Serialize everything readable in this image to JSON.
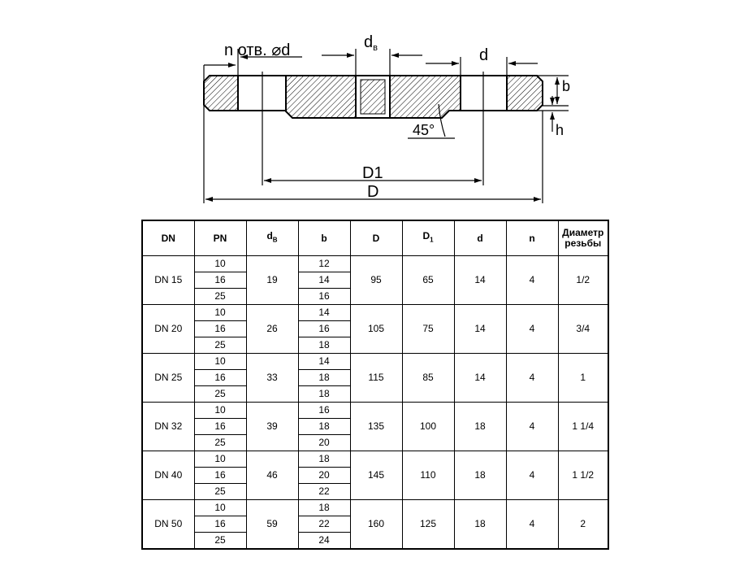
{
  "drawing": {
    "labels": {
      "holes": "n отв. ⌀d",
      "bore_main": "d",
      "bore_sub": "в",
      "hole_d": "d",
      "thickness": "b",
      "chamfer_h": "h",
      "angle": "45°",
      "bolt_circle": "D1",
      "outer": "D"
    }
  },
  "table": {
    "headers": {
      "dn": "DN",
      "pn": "PN",
      "dv_main": "d",
      "dv_sub": "В",
      "b": "b",
      "D": "D",
      "D1_main": "D",
      "D1_sub": "1",
      "d": "d",
      "n": "n",
      "thread_line1": "Диаметр",
      "thread_line2": "резьбы"
    },
    "rows": [
      {
        "dn": "DN 15",
        "pn": [
          "10",
          "16",
          "25"
        ],
        "dv": "19",
        "b": [
          "12",
          "14",
          "16"
        ],
        "D": "95",
        "D1": "65",
        "d": "14",
        "n": "4",
        "thread": "1/2"
      },
      {
        "dn": "DN 20",
        "pn": [
          "10",
          "16",
          "25"
        ],
        "dv": "26",
        "b": [
          "14",
          "16",
          "18"
        ],
        "D": "105",
        "D1": "75",
        "d": "14",
        "n": "4",
        "thread": "3/4"
      },
      {
        "dn": "DN 25",
        "pn": [
          "10",
          "16",
          "25"
        ],
        "dv": "33",
        "b": [
          "14",
          "18",
          "18"
        ],
        "D": "115",
        "D1": "85",
        "d": "14",
        "n": "4",
        "thread": "1"
      },
      {
        "dn": "DN 32",
        "pn": [
          "10",
          "16",
          "25"
        ],
        "dv": "39",
        "b": [
          "16",
          "18",
          "20"
        ],
        "D": "135",
        "D1": "100",
        "d": "18",
        "n": "4",
        "thread": "1 1/4"
      },
      {
        "dn": "DN 40",
        "pn": [
          "10",
          "16",
          "25"
        ],
        "dv": "46",
        "b": [
          "18",
          "20",
          "22"
        ],
        "D": "145",
        "D1": "110",
        "d": "18",
        "n": "4",
        "thread": "1 1/2"
      },
      {
        "dn": "DN 50",
        "pn": [
          "10",
          "16",
          "25"
        ],
        "dv": "59",
        "b": [
          "18",
          "22",
          "24"
        ],
        "D": "160",
        "D1": "125",
        "d": "18",
        "n": "4",
        "thread": "2"
      }
    ]
  }
}
